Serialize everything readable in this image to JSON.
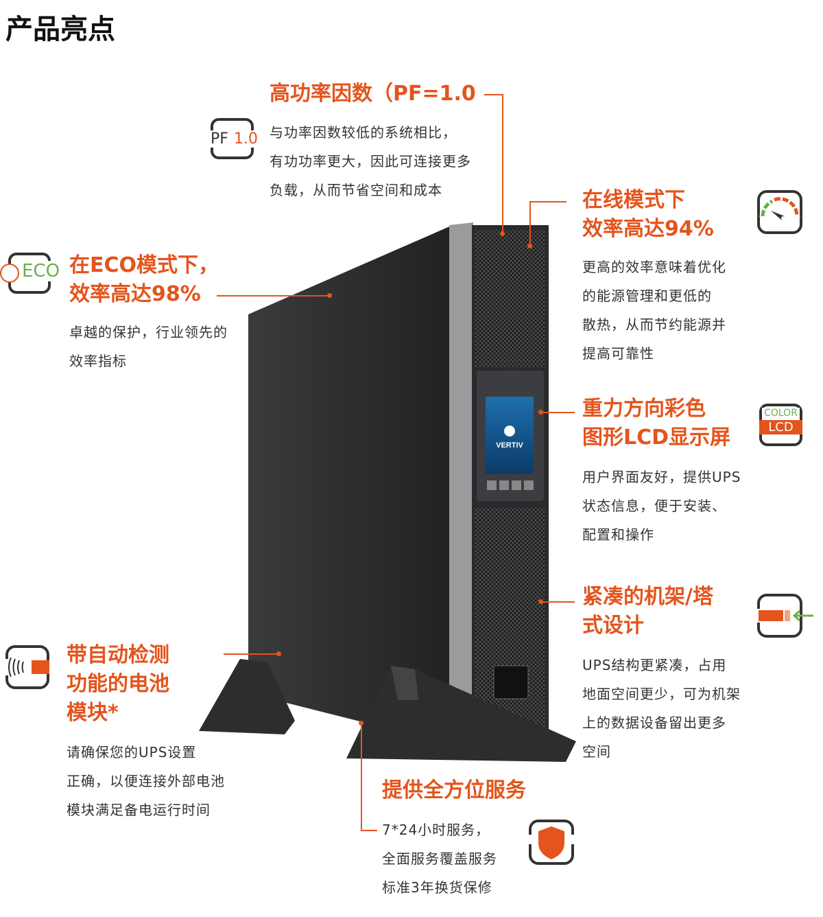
{
  "page_title": "产品亮点",
  "colors": {
    "accent": "#e4541c",
    "green": "#6ab04c",
    "text": "#333333"
  },
  "features": {
    "pf": {
      "heading": "高功率因数（PF=1.0",
      "icon": "pf-icon",
      "icon_text": [
        "PF",
        "1.0"
      ],
      "lines": [
        "与功率因数较低的系统相比，",
        "有功功率更大，因此可连接更多",
        "负载，从而节省空间和成本"
      ]
    },
    "eco": {
      "heading": [
        "在ECO模式下，",
        "效率高达98%"
      ],
      "icon": "eco-fan-icon",
      "icon_text": "ECO",
      "lines": [
        "卓越的保护，行业领先的",
        "效率指标"
      ]
    },
    "online": {
      "heading": [
        "在线模式下",
        "效率高达94%"
      ],
      "icon": "gauge-icon",
      "lines": [
        "更高的效率意味着优化",
        "的能源管理和更低的",
        "散热，从而节约能源并",
        "提高可靠性"
      ]
    },
    "lcd": {
      "heading": [
        "重力方向彩色",
        "图形LCD显示屏"
      ],
      "icon": "color-lcd-icon",
      "icon_text": [
        "COLOR",
        "LCD"
      ],
      "lines": [
        "用户界面友好，提供UPS",
        "状态信息，便于安装、",
        "配置和操作"
      ]
    },
    "compact": {
      "heading": [
        "紧凑的机架/塔",
        "式设计"
      ],
      "icon": "rack-insert-icon",
      "lines": [
        "UPS结构更紧凑，占用",
        "地面空间更少，可为机架",
        "上的数据设备留出更多",
        "空间"
      ]
    },
    "battery": {
      "heading": [
        "带自动检测",
        "功能的电池",
        "模块*"
      ],
      "icon": "battery-detect-icon",
      "lines": [
        "请确保您的UPS设置",
        "正确，以便连接外部电池",
        "模块满足备电运行时间"
      ]
    },
    "service": {
      "heading": "提供全方位服务",
      "icon": "shield-icon",
      "lines": [
        "7*24小时服务，",
        "全面服务覆盖服务",
        "标准3年换货保修"
      ]
    }
  },
  "product": {
    "brand": "VERTIV"
  }
}
